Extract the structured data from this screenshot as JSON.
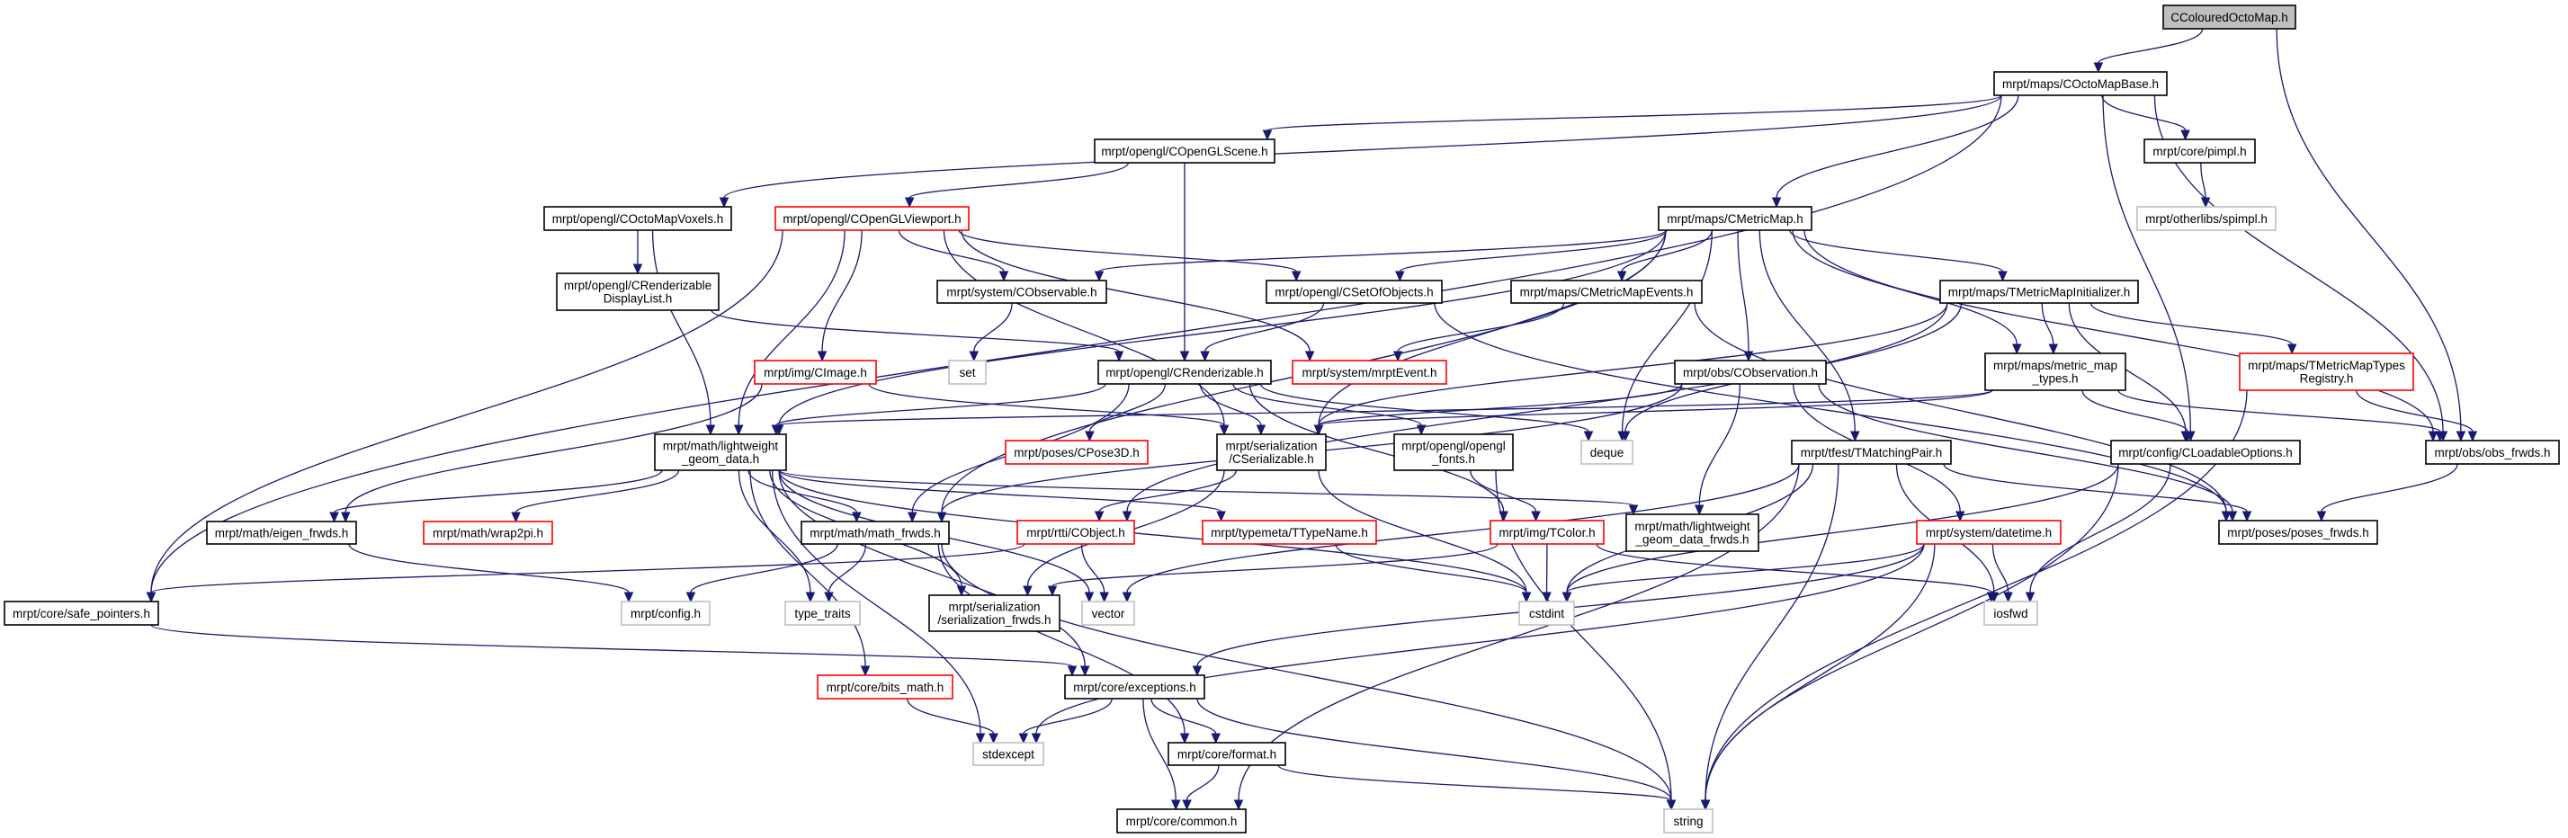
{
  "graph": {
    "title": "CColouredOctoMap.h",
    "colors": {
      "edge": "#191970",
      "root_fill": "#bfbfbf",
      "missing_border": "#ff0000",
      "system_border": "#bfbfbf"
    },
    "nodes": [
      {
        "lines": [
          "CColouredOctoMap.h"
        ],
        "kind": "root"
      },
      {
        "lines": [
          "mrpt/maps/COctoMapBase.h"
        ],
        "kind": "normal"
      },
      {
        "lines": [
          "mrpt/opengl/COpenGLScene.h"
        ],
        "kind": "normal"
      },
      {
        "lines": [
          "mrpt/core/pimpl.h"
        ],
        "kind": "normal"
      },
      {
        "lines": [
          "mrpt/otherlibs/spimpl.h"
        ],
        "kind": "gray"
      },
      {
        "lines": [
          "mrpt/opengl/COctoMapVoxels.h"
        ],
        "kind": "normal"
      },
      {
        "lines": [
          "mrpt/opengl/COpenGLViewport.h"
        ],
        "kind": "red"
      },
      {
        "lines": [
          "mrpt/maps/CMetricMap.h"
        ],
        "kind": "normal"
      },
      {
        "lines": [
          "mrpt/opengl/CRenderizable",
          "DisplayList.h"
        ],
        "kind": "normal"
      },
      {
        "lines": [
          "mrpt/system/CObservable.h"
        ],
        "kind": "normal"
      },
      {
        "lines": [
          "mrpt/opengl/CSetOfObjects.h"
        ],
        "kind": "normal"
      },
      {
        "lines": [
          "mrpt/maps/CMetricMapEvents.h"
        ],
        "kind": "normal"
      },
      {
        "lines": [
          "mrpt/maps/TMetricMapInitializer.h"
        ],
        "kind": "normal"
      },
      {
        "lines": [
          "set"
        ],
        "kind": "gray"
      },
      {
        "lines": [
          "mrpt/img/CImage.h"
        ],
        "kind": "red"
      },
      {
        "lines": [
          "mrpt/opengl/CRenderizable.h"
        ],
        "kind": "normal"
      },
      {
        "lines": [
          "mrpt/system/mrptEvent.h"
        ],
        "kind": "red"
      },
      {
        "lines": [
          "mrpt/obs/CObservation.h"
        ],
        "kind": "normal"
      },
      {
        "lines": [
          "mrpt/maps/metric_map",
          "_types.h"
        ],
        "kind": "normal"
      },
      {
        "lines": [
          "mrpt/maps/TMetricMapTypes",
          "Registry.h"
        ],
        "kind": "red"
      },
      {
        "lines": [
          "mrpt/math/lightweight",
          "_geom_data.h"
        ],
        "kind": "normal"
      },
      {
        "lines": [
          "mrpt/poses/CPose3D.h"
        ],
        "kind": "red"
      },
      {
        "lines": [
          "mrpt/serialization",
          "/CSerializable.h"
        ],
        "kind": "normal"
      },
      {
        "lines": [
          "mrpt/opengl/opengl",
          "_fonts.h"
        ],
        "kind": "normal"
      },
      {
        "lines": [
          "deque"
        ],
        "kind": "gray"
      },
      {
        "lines": [
          "mrpt/tfest/TMatchingPair.h"
        ],
        "kind": "normal"
      },
      {
        "lines": [
          "mrpt/config/CLoadableOptions.h"
        ],
        "kind": "normal"
      },
      {
        "lines": [
          "mrpt/obs/obs_frwds.h"
        ],
        "kind": "normal"
      },
      {
        "lines": [
          "mrpt/math/eigen_frwds.h"
        ],
        "kind": "normal"
      },
      {
        "lines": [
          "mrpt/math/wrap2pi.h"
        ],
        "kind": "red"
      },
      {
        "lines": [
          "mrpt/math/math_frwds.h"
        ],
        "kind": "normal"
      },
      {
        "lines": [
          "mrpt/rtti/CObject.h"
        ],
        "kind": "red"
      },
      {
        "lines": [
          "mrpt/typemeta/TTypeName.h"
        ],
        "kind": "red"
      },
      {
        "lines": [
          "mrpt/img/TColor.h"
        ],
        "kind": "red"
      },
      {
        "lines": [
          "mrpt/math/lightweight",
          "_geom_data_frwds.h"
        ],
        "kind": "normal"
      },
      {
        "lines": [
          "mrpt/system/datetime.h"
        ],
        "kind": "red"
      },
      {
        "lines": [
          "mrpt/poses/poses_frwds.h"
        ],
        "kind": "normal"
      },
      {
        "lines": [
          "mrpt/core/safe_pointers.h"
        ],
        "kind": "normal"
      },
      {
        "lines": [
          "mrpt/config.h"
        ],
        "kind": "gray"
      },
      {
        "lines": [
          "type_traits"
        ],
        "kind": "gray"
      },
      {
        "lines": [
          "mrpt/serialization",
          "/serialization_frwds.h"
        ],
        "kind": "normal"
      },
      {
        "lines": [
          "vector"
        ],
        "kind": "gray"
      },
      {
        "lines": [
          "cstdint"
        ],
        "kind": "gray"
      },
      {
        "lines": [
          "iosfwd"
        ],
        "kind": "gray"
      },
      {
        "lines": [
          "mrpt/core/bits_math.h"
        ],
        "kind": "red"
      },
      {
        "lines": [
          "mrpt/core/exceptions.h"
        ],
        "kind": "normal"
      },
      {
        "lines": [
          "stdexcept"
        ],
        "kind": "gray"
      },
      {
        "lines": [
          "mrpt/core/format.h"
        ],
        "kind": "normal"
      },
      {
        "lines": [
          "mrpt/core/common.h"
        ],
        "kind": "normal"
      },
      {
        "lines": [
          "string"
        ],
        "kind": "gray"
      }
    ],
    "edges": [
      [
        0,
        1
      ],
      [
        0,
        27
      ],
      [
        1,
        37
      ],
      [
        1,
        5
      ],
      [
        1,
        2
      ],
      [
        1,
        7
      ],
      [
        1,
        3
      ],
      [
        1,
        26
      ],
      [
        1,
        27
      ],
      [
        3,
        4
      ],
      [
        2,
        6
      ],
      [
        2,
        15
      ],
      [
        5,
        8
      ],
      [
        5,
        20
      ],
      [
        8,
        15
      ],
      [
        6,
        37
      ],
      [
        6,
        9
      ],
      [
        6,
        10
      ],
      [
        6,
        14
      ],
      [
        6,
        20
      ],
      [
        6,
        16
      ],
      [
        6,
        22
      ],
      [
        7,
        9
      ],
      [
        7,
        10
      ],
      [
        7,
        11
      ],
      [
        7,
        12
      ],
      [
        7,
        17
      ],
      [
        7,
        18
      ],
      [
        7,
        27
      ],
      [
        7,
        24
      ],
      [
        7,
        22
      ],
      [
        7,
        30
      ],
      [
        7,
        20
      ],
      [
        7,
        25
      ],
      [
        9,
        13
      ],
      [
        10,
        15
      ],
      [
        10,
        36
      ],
      [
        11,
        16
      ],
      [
        11,
        36
      ],
      [
        12,
        18
      ],
      [
        12,
        19
      ],
      [
        12,
        26
      ],
      [
        12,
        22
      ],
      [
        12,
        24
      ],
      [
        12,
        31
      ],
      [
        18,
        22
      ],
      [
        18,
        20
      ],
      [
        18,
        26
      ],
      [
        18,
        27
      ],
      [
        19,
        27
      ],
      [
        19,
        49
      ],
      [
        15,
        20
      ],
      [
        15,
        21
      ],
      [
        15,
        22
      ],
      [
        15,
        23
      ],
      [
        15,
        24
      ],
      [
        15,
        33
      ],
      [
        15,
        30
      ],
      [
        14,
        28
      ],
      [
        14,
        22
      ],
      [
        17,
        22
      ],
      [
        17,
        30
      ],
      [
        17,
        34
      ],
      [
        17,
        35
      ],
      [
        17,
        36
      ],
      [
        22,
        31
      ],
      [
        22,
        40
      ],
      [
        22,
        42
      ],
      [
        23,
        33
      ],
      [
        23,
        49
      ],
      [
        20,
        28
      ],
      [
        20,
        29
      ],
      [
        20,
        30
      ],
      [
        20,
        32
      ],
      [
        20,
        34
      ],
      [
        20,
        39
      ],
      [
        20,
        41
      ],
      [
        20,
        40
      ],
      [
        20,
        45
      ],
      [
        20,
        44
      ],
      [
        20,
        46
      ],
      [
        20,
        42
      ],
      [
        28,
        38
      ],
      [
        30,
        38
      ],
      [
        30,
        39
      ],
      [
        30,
        49
      ],
      [
        30,
        47
      ],
      [
        32,
        42
      ],
      [
        31,
        37
      ],
      [
        31,
        41
      ],
      [
        33,
        40
      ],
      [
        33,
        42
      ],
      [
        33,
        43
      ],
      [
        25,
        36
      ],
      [
        25,
        42
      ],
      [
        25,
        41
      ],
      [
        25,
        43
      ],
      [
        25,
        49
      ],
      [
        25,
        48
      ],
      [
        26,
        42
      ],
      [
        26,
        43
      ],
      [
        26,
        49
      ],
      [
        27,
        36
      ],
      [
        35,
        43
      ],
      [
        35,
        49
      ],
      [
        35,
        42
      ],
      [
        35,
        45
      ],
      [
        35,
        46
      ],
      [
        37,
        45
      ],
      [
        44,
        46
      ],
      [
        45,
        46
      ],
      [
        45,
        47
      ],
      [
        45,
        48
      ],
      [
        45,
        49
      ],
      [
        47,
        48
      ],
      [
        47,
        49
      ]
    ]
  }
}
